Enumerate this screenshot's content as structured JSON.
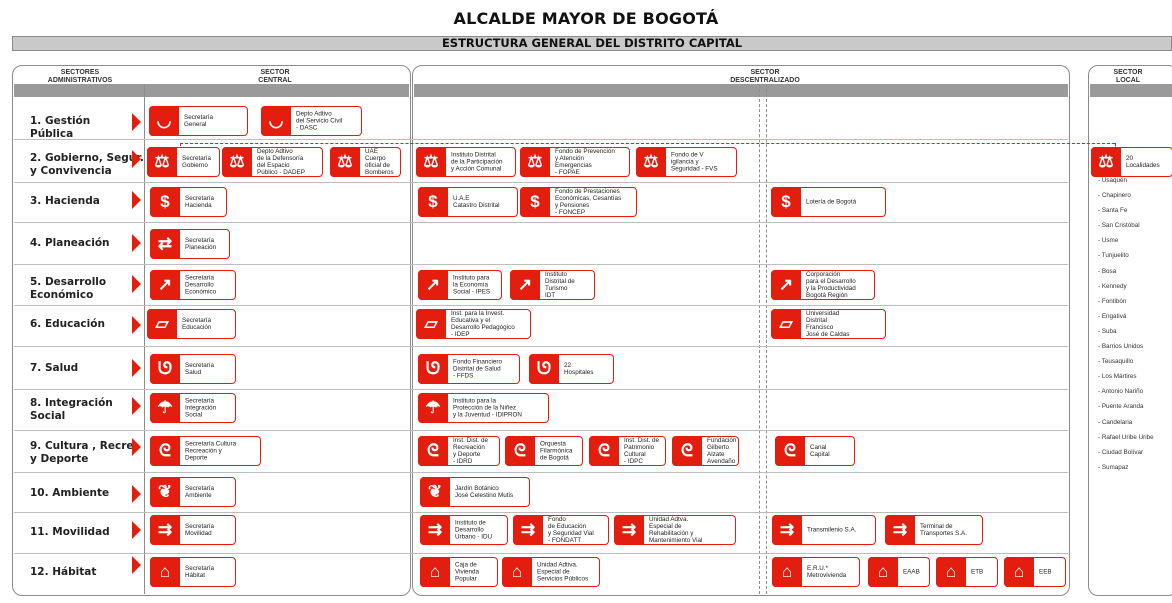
{
  "header": {
    "title": "ALCALDE MAYOR DE BOGOTÁ",
    "subtitle": "ESTRUCTURA GENERAL DEL DISTRITO CAPITAL"
  },
  "columns": {
    "sectores": "SECTORES\nADMINISTRATIVOS",
    "central": "SECTOR\nCENTRAL",
    "descentralizado": "SECTOR\nDESCENTRALIZADO",
    "local": "SECTOR\nLOCAL"
  },
  "sectors": [
    "1. Gestión\nPública",
    "2. Gobierno, Segur.\ny Convivencia",
    "3. Hacienda",
    "4. Planeación",
    "5. Desarrollo\nEconómico",
    "6. Educación",
    "7. Salud",
    "8. Integración\nSocial",
    "9. Cultura , Recre.\ny Deporte",
    "10. Ambiente",
    "11. Movilidad",
    "12. Hábitat"
  ],
  "entities": {
    "e1a": "Secretaría\nGeneral",
    "e1b": "Depto Adtivo\ndel Servicio Civil\n- DASC",
    "e2a": "Secretaría\nGobierno",
    "e2b": "Depto Adtivo\nde la Defensoría\ndel Espacio\nPúblico - DADEP",
    "e2c": "UAE\nCuerpo\noficial de\nBomberos",
    "e2d": "Instituto Distrital\nde la Participación\ny Acción Comunal",
    "e2e": "Fondo de Prevención\ny Atención\nEmergencias\n- FOPAE",
    "e2f": "Fondo de V\nigilancia y\nSeguridad - FVS",
    "e2g": "20\nLocalidades",
    "e3a": "Secretaría\nHacienda",
    "e3b": "U.A.E\nCatastro Distrital",
    "e3c": "Fondo de Prestaciones\nEconómicas, Cesantías\ny Pensiones\n- FONCEP",
    "e3d": "Lotería de Bogotá",
    "e4a": "Secretaría\nPlaneación",
    "e5a": "Secretaría\nDesarrollo\nEconómico",
    "e5b": "Instituto para\nla Economía\nSocial - IPES",
    "e5c": "Instituto\nDistrital de\nTurismo\nIDT",
    "e5d": "Corporación\npara el Desarrollo\ny la Productividad\nBogotá Región",
    "e6a": "Secretaría\nEducación",
    "e6b": "Inst. para la Invest.\nEducativa y el\nDesarrollo Pedagógico\n- IDEP",
    "e6c": "Universidad\nDistrital\nFrancisco\nJosé de Caldas",
    "e7a": "Secretaría\nSalud",
    "e7b": "Fondo Financiero\nDistrital de Salud\n- FFDS",
    "e7c": "22\nHospitales",
    "e8a": "Secretaría\nIntegración\nSocial",
    "e8b": "Instituto para la\nProtección de la Niñez\ny la Juventud - IDIPRON",
    "e9a": "Secretaría Cultura\nRecreación y\nDeporte",
    "e9b": "Inst. Dist. de\nRecreación\ny Deporte\n- IDRD",
    "e9c": "Orquesta\nFilarmónica\nde Bogotá",
    "e9d": "Inst. Dist. de\nPatrimonio\nCultural\n- IDPC",
    "e9e": "Fundación\nGilberto\nAlzate\nAvendaño",
    "e9f": "Canal\nCapital",
    "e10a": "Secretaría\nAmbiente",
    "e10b": "Jardín Botánico\nJosé Celestino Mutis",
    "e11a": "Secretaría\nMovilidad",
    "e11b": "Instituto de\nDesarrollo\nUrbano - IDU",
    "e11c": "Fondo\nde Educación\ny Seguridad Vial\n- FONDATT",
    "e11d": "Unidad Adtva.\nEspecial de\nRehabilitación y\nMantenimiento Vial",
    "e11e": "Transmilenio S.A.",
    "e11f": "Terminal de\nTransportes S.A.",
    "e12a": "Secretaría\nHábitat",
    "e12b": "Caja de\nVivienda\nPopular",
    "e12c": "Unidad Adtiva.\nEspecial de\nServicios Públicos",
    "e12d": "E.R.U.*\nMetrovivienda",
    "e12e": "EAAB",
    "e12f": "ETB",
    "e12g": "EEB"
  },
  "localidades": [
    "- Usaquén",
    "- Chapinero",
    "- Santa Fe",
    "- San Cristóbal",
    "- Usme",
    "- Tunjuelito",
    "- Bosa",
    "- Kennedy",
    "- Fontibón",
    "- Engativá",
    "- Suba",
    "- Barrios Unidos",
    "- Teusaquillo",
    "- Los Mártires",
    "- Antonio Nariño",
    "- Puente Aranda",
    "- Candelaria",
    "- Rafael Uribe Uribe",
    "- Ciudad Bolívar",
    "- Sumapaz"
  ],
  "colors": {
    "accent": "#e31e0f",
    "band": "#9a9a9a",
    "border": "#8c8c8c"
  },
  "icons": {
    "r1": "smile-icon",
    "r2": "scales-icon",
    "r3": "dollar-icon",
    "r4": "exchange-arrows-icon",
    "r5": "trend-up-icon",
    "r6": "book-icon",
    "r7": "stethoscope-icon",
    "r8": "umbrella-icon",
    "r9": "dancer-icon",
    "r10": "leaf-icon",
    "r11": "road-arrow-icon",
    "r12": "house-icon"
  }
}
